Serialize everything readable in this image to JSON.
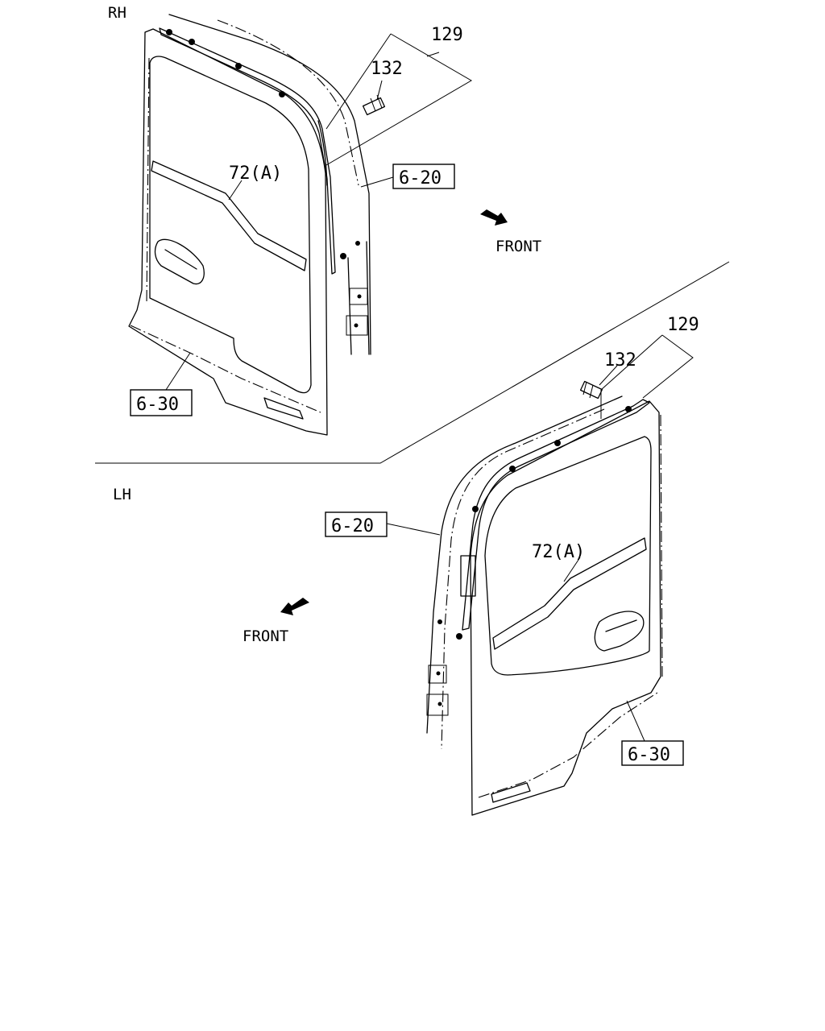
{
  "sections": {
    "rh": {
      "side_label": "RH",
      "front_label": "FRONT",
      "callouts": {
        "part_129": "129",
        "part_132": "132",
        "part_72a": "72(A)",
        "ref_6_20": "6-20",
        "ref_6_30": "6-30"
      }
    },
    "lh": {
      "side_label": "LH",
      "front_label": "FRONT",
      "callouts": {
        "part_129": "129",
        "part_132": "132",
        "part_72a": "72(A)",
        "ref_6_20": "6-20",
        "ref_6_30": "6-30"
      }
    }
  }
}
